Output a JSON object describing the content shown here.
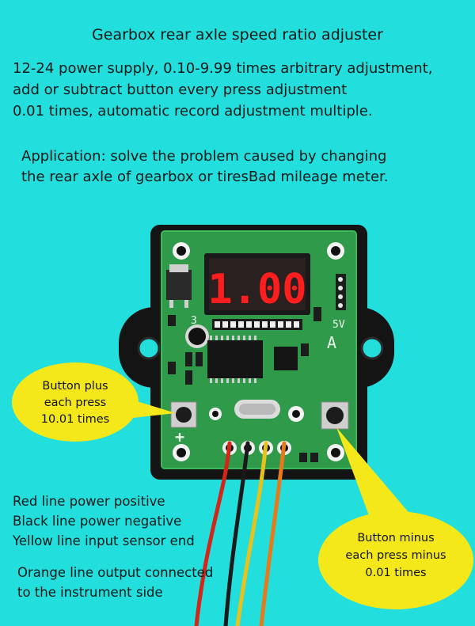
{
  "title": "Gearbox rear axle speed ratio adjuster",
  "spec_lines": [
    "12-24 power supply, 0.10-9.99 times arbitrary adjustment,",
    "add or subtract button every press adjustment",
    "0.01 times, automatic record adjustment multiple."
  ],
  "application_lines": [
    "Application: solve the problem caused by changing",
    "the rear axle of gearbox or tiresBad mileage meter."
  ],
  "display_value": "1.00",
  "board_labels": {
    "num3": "3",
    "v5": "5V",
    "a": "A",
    "plus": "+",
    "gnd_mark": "+ −"
  },
  "callout_plus": [
    "Button plus",
    "each press",
    "10.01 times"
  ],
  "callout_minus": [
    "Button minus",
    "each press minus",
    "0.01 times"
  ],
  "wire_lines": [
    "Red line power positive",
    "Black line power negative",
    "Yellow line input sensor end"
  ],
  "orange_lines": [
    "Orange line output connected",
    "to the instrument side"
  ],
  "colors": {
    "background": "#22dedd",
    "pcb": "#2f9a4a",
    "enclosure": "#141414",
    "callout": "#f4e81a",
    "digit": "#ff1e1e",
    "wire_red": "#d3261a",
    "wire_black": "#1a1a1a",
    "wire_yellow": "#e8c21c",
    "wire_orange": "#e67a1a"
  }
}
